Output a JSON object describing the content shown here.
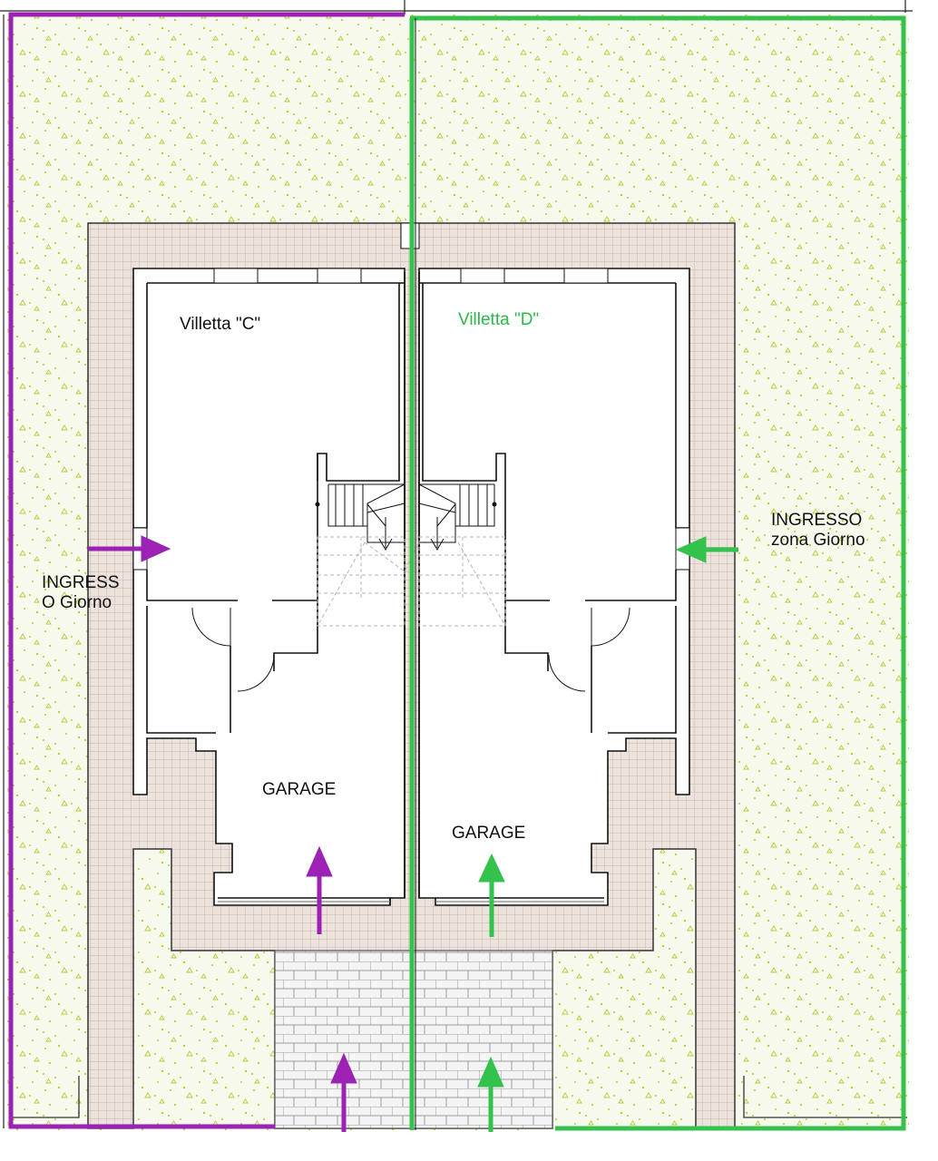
{
  "colors": {
    "villa_c": "#9b22b5",
    "villa_d": "#33c24c",
    "garden_bg": "#f6f8ea",
    "garden_dots": "#b8cc3a",
    "paving_bg": "#ebe2dc",
    "paving_grid": "#c9b6ac",
    "interior": "#ffffff",
    "wall": "#111111"
  },
  "labels": {
    "villa_c": "Villetta  \"C\"",
    "villa_d": "Villetta \"D\"",
    "ingresso_left": "INGRESS\nO Giorno",
    "ingresso_right": "INGRESSO\nzona Giorno",
    "garage_c": "GARAGE",
    "garage_d": "GARAGE"
  },
  "icons": [
    "arrow-icon",
    "stair-icon",
    "door-swing-icon"
  ]
}
